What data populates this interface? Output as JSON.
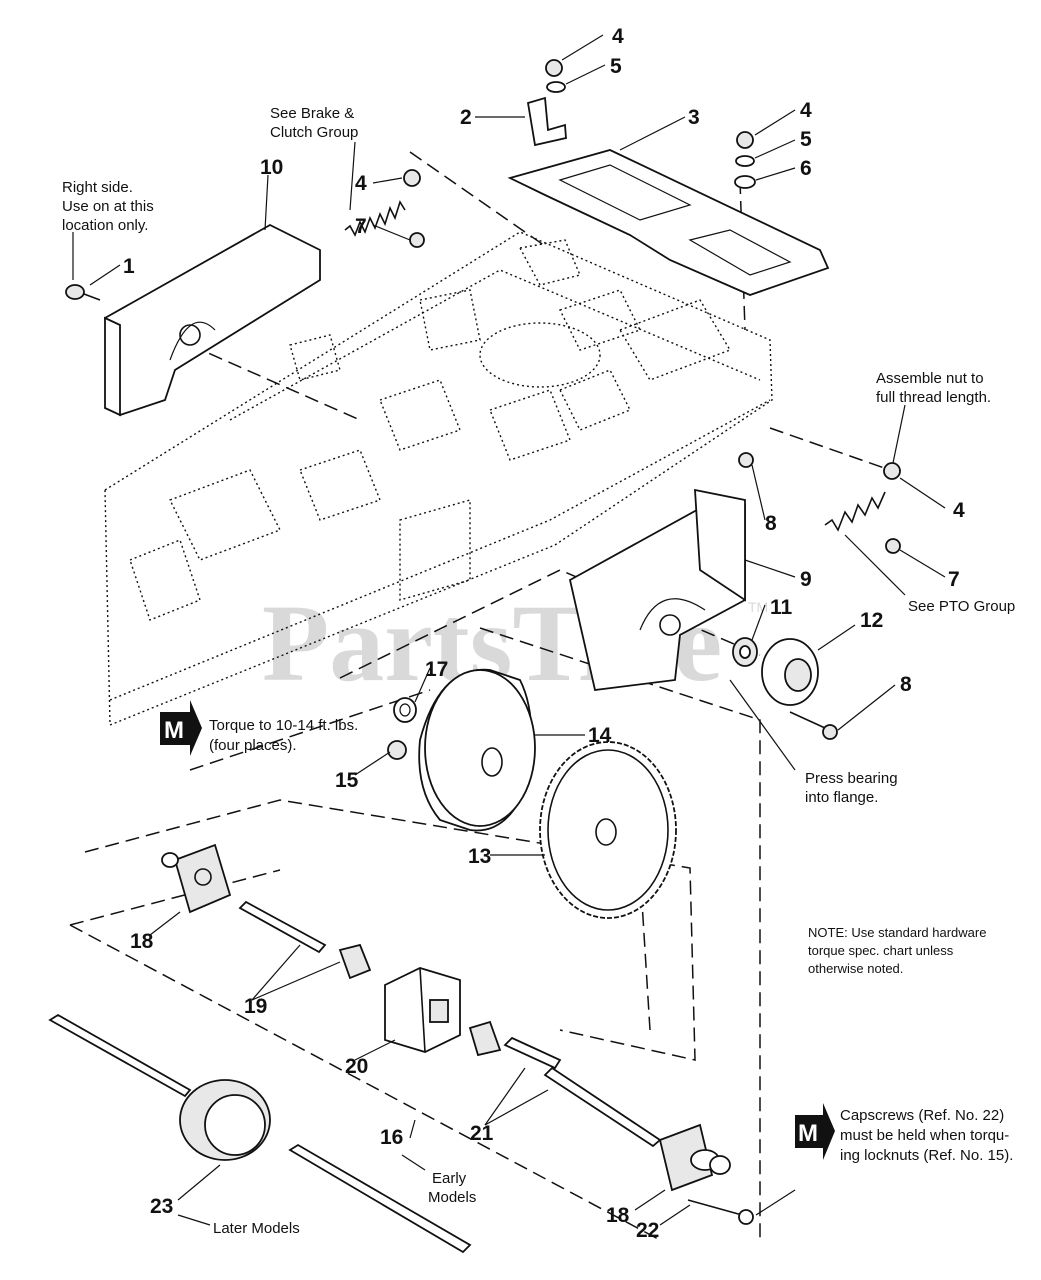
{
  "callouts": {
    "c1": "1",
    "c2": "2",
    "c3": "3",
    "c4a": "4",
    "c4b": "4",
    "c4c": "4",
    "c4d": "4",
    "c5a": "5",
    "c5b": "5",
    "c6": "6",
    "c7a": "7",
    "c7b": "7",
    "c8a": "8",
    "c8b": "8",
    "c9": "9",
    "c10": "10",
    "c11": "11",
    "c12": "12",
    "c13": "13",
    "c14": "14",
    "c15": "15",
    "c16": "16",
    "c17": "17",
    "c18a": "18",
    "c18b": "18",
    "c19": "19",
    "c20": "20",
    "c21": "21",
    "c22": "22",
    "c23": "23"
  },
  "notes": {
    "right_side": [
      "Right side.",
      "Use on at this",
      "location only."
    ],
    "brake_clutch": [
      "See Brake &",
      "Clutch Group"
    ],
    "assemble_nut": [
      "Assemble nut to",
      "full thread length."
    ],
    "pto_group": "See PTO Group",
    "press_bearing": [
      "Press bearing",
      "into flange."
    ],
    "torque": [
      "Torque to 10-14 ft. lbs.",
      "(four places)."
    ],
    "hardware_note": [
      "NOTE: Use standard hardware",
      "torque spec. chart unless",
      "otherwise noted."
    ],
    "capscrews": [
      "Capscrews (Ref. No. 22)",
      "must be held when torqu-",
      "ing locknuts (Ref. No. 15)."
    ],
    "early_models": [
      "Early",
      "Models"
    ],
    "later_models": "Later Models"
  },
  "m_symbol": "M",
  "watermark": "PartsTree",
  "trademark": "TM"
}
